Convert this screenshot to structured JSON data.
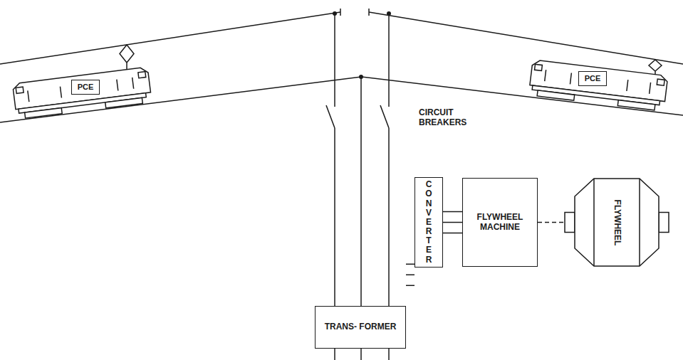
{
  "diagram": {
    "nodes": [
      {
        "text": [
          "PCE"
        ]
      },
      {
        "text": [
          "PCE"
        ]
      },
      {
        "text": [
          "CONVERTER"
        ]
      },
      {
        "text": [
          "FLYWHEEL MACHINE"
        ]
      },
      {
        "text": [
          "FLYWHEEL"
        ]
      },
      {
        "text": [
          "TRANS- FORMER"
        ]
      }
    ],
    "edges": [
      {
        "from": 5,
        "to": 2,
        "arrow": "none"
      },
      {
        "from": 2,
        "to": 3,
        "arrow": "none"
      },
      {
        "from": 3,
        "to": 4,
        "arrow": "none"
      }
    ],
    "labels": [
      "CIRCUIT BREAKERS"
    ]
  }
}
